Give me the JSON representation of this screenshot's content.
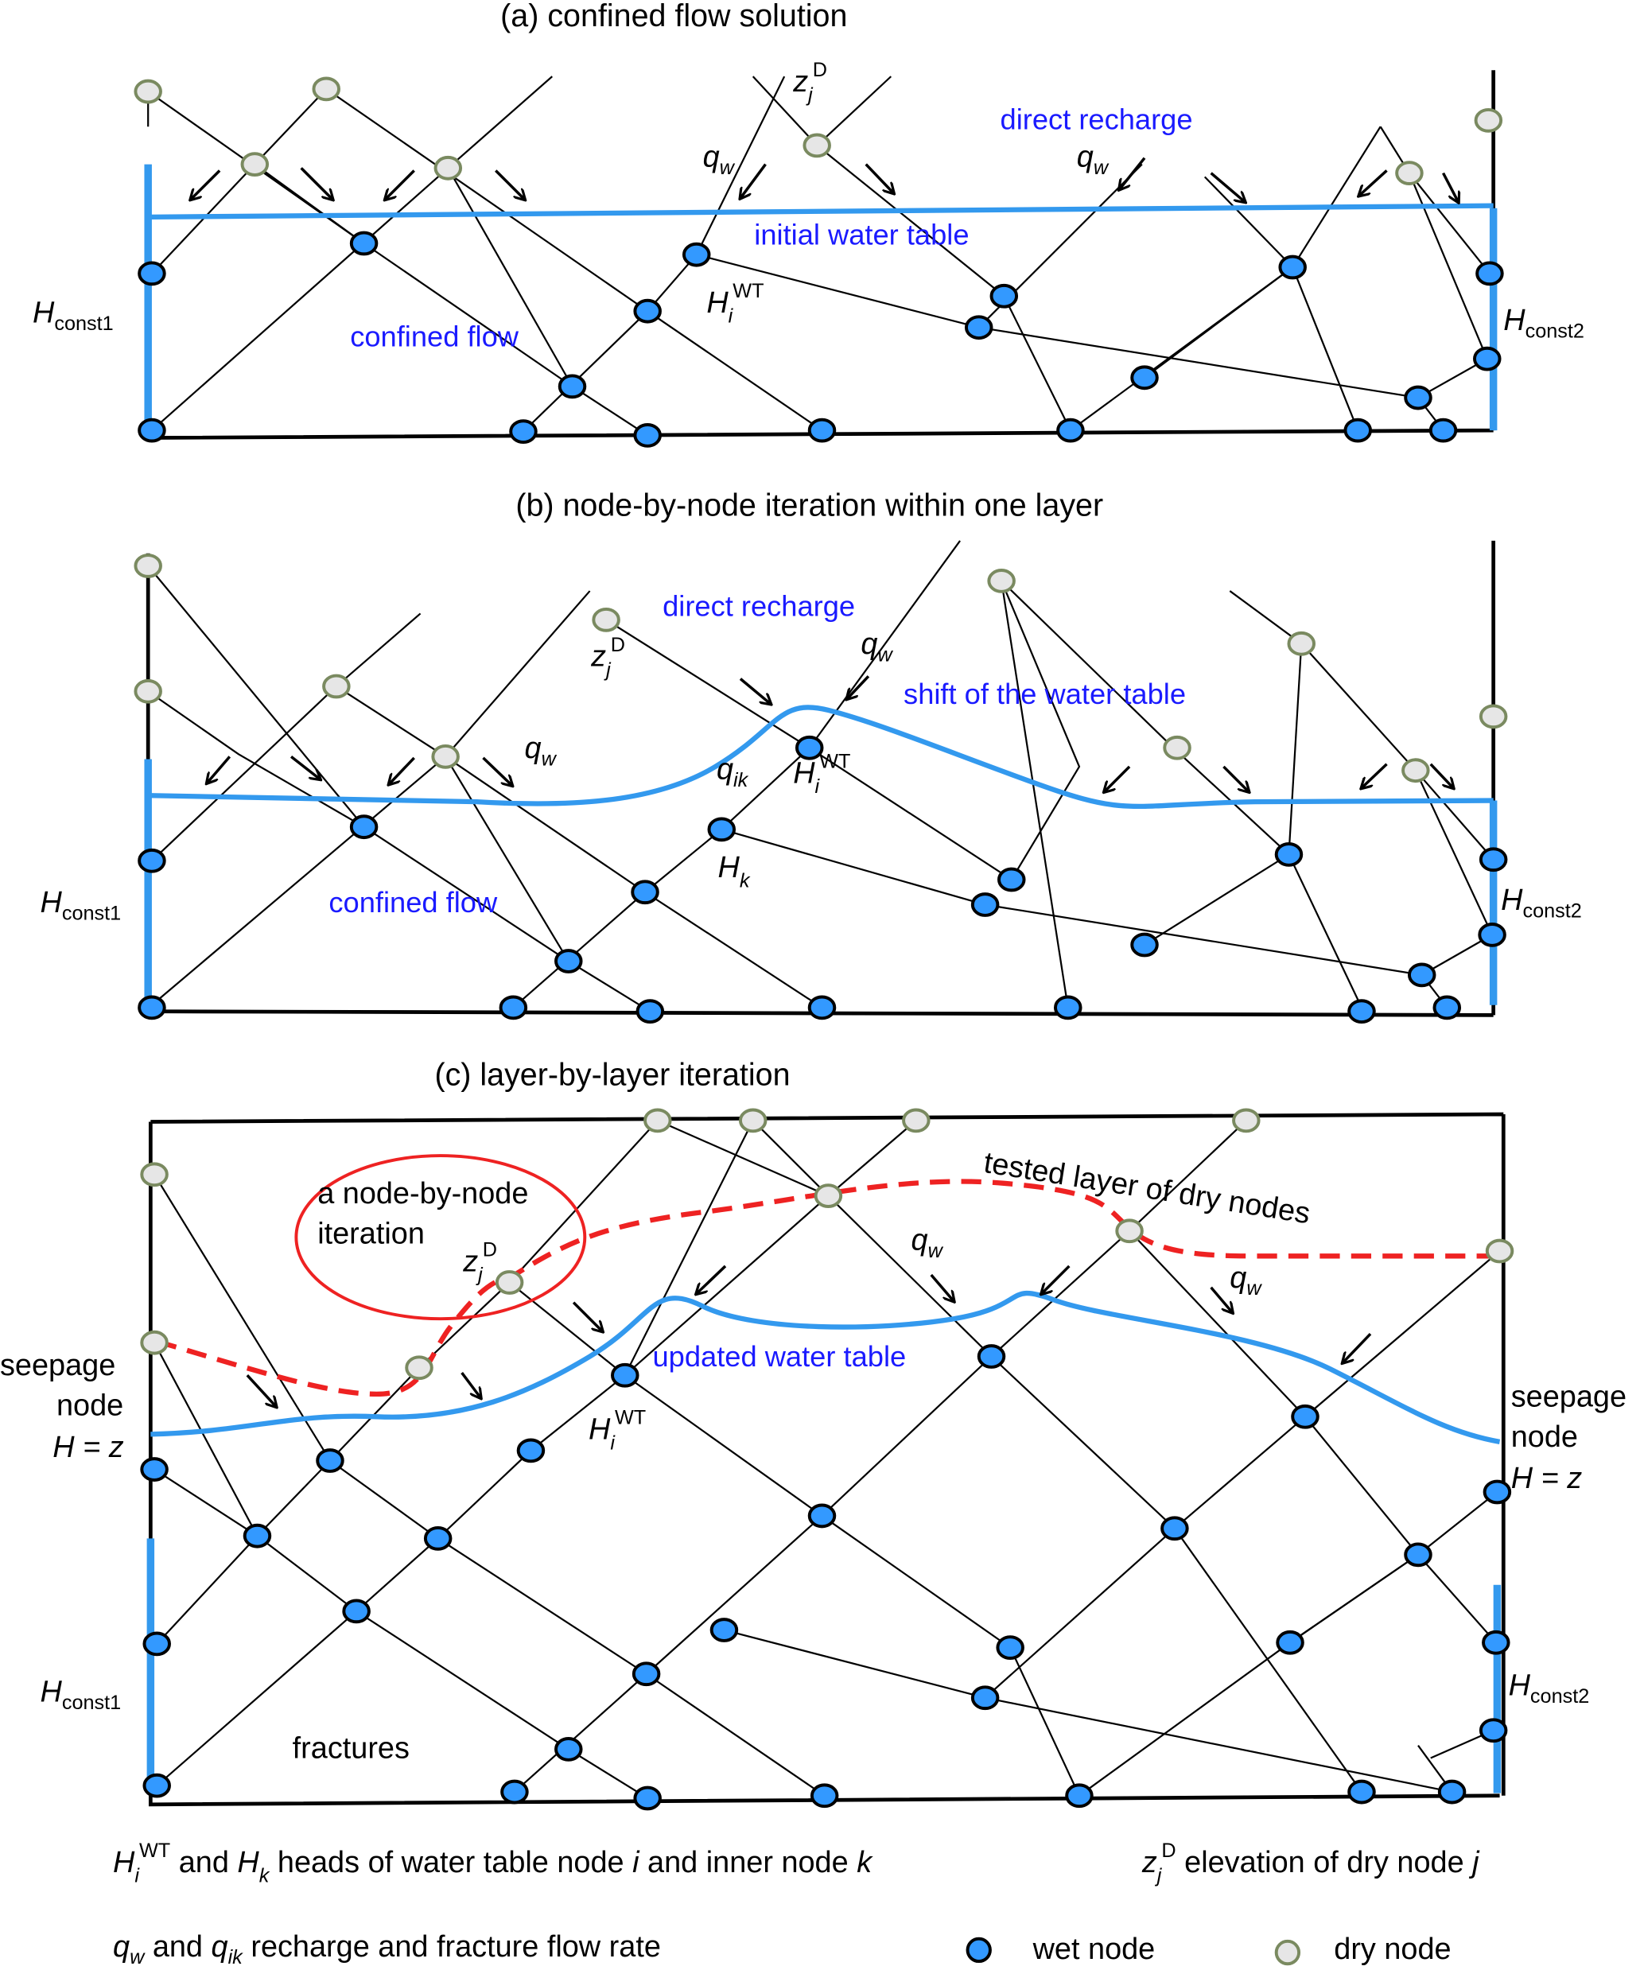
{
  "panels": {
    "a": {
      "title": "(a) confined flow solution",
      "direct_recharge": "direct recharge",
      "initial_water_table": "initial water table",
      "confined_flow": "confined flow",
      "qw": {
        "q": "q",
        "sub": "w"
      },
      "zjD": {
        "z": "z",
        "j": "j",
        "D": "D"
      },
      "HiWT": {
        "H": "H",
        "i": "i",
        "WT": "WT"
      },
      "Hconst1": {
        "H": "H",
        "sub": "const1"
      },
      "Hconst2": {
        "H": "H",
        "sub": "const2"
      }
    },
    "b": {
      "title": "(b) node-by-node iteration within one layer",
      "direct_recharge": "direct recharge",
      "shift_water_table": "shift of the water table",
      "confined_flow": "confined flow",
      "qw": {
        "q": "q",
        "sub": "w"
      },
      "qik": {
        "q": "q",
        "sub": "ik"
      },
      "zjD": {
        "z": "z",
        "j": "j",
        "D": "D"
      },
      "HiWT": {
        "H": "H",
        "i": "i",
        "WT": "WT"
      },
      "Hk": {
        "H": "H",
        "k": "k"
      },
      "Hconst1": {
        "H": "H",
        "sub": "const1"
      },
      "Hconst2": {
        "H": "H",
        "sub": "const2"
      }
    },
    "c": {
      "title": "(c) layer-by-layer iteration",
      "ellipse_line1": "a node-by-node",
      "ellipse_line2": "iteration",
      "tested_layer": "tested layer of dry nodes",
      "updated_water_table": "updated water table",
      "fractures": "fractures",
      "seepage_left": [
        "seepage",
        "node",
        "H = z"
      ],
      "seepage_right": [
        "seepage",
        "node",
        "H = z"
      ],
      "qw": {
        "q": "q",
        "sub": "w"
      },
      "zjD": {
        "z": "z",
        "j": "j",
        "D": "D"
      },
      "HiWT": {
        "H": "H",
        "i": "i",
        "WT": "WT"
      },
      "Hconst1": {
        "H": "H",
        "sub": "const1"
      },
      "Hconst2": {
        "H": "H",
        "sub": "const2"
      }
    }
  },
  "legend": {
    "heads": {
      "H": "H",
      "i": "i",
      "WT": "WT",
      "and": " and ",
      "Hk": "H",
      "k": "k",
      "text1": " heads of water table node ",
      "i2": "i",
      "text2": " and inner node ",
      "k2": "k"
    },
    "elevation": {
      "z": "z",
      "j": "j",
      "D": "D",
      "text": " elevation of dry node ",
      "j2": "j"
    },
    "rates": {
      "q": "q",
      "w": "w",
      "and": " and ",
      "q2": "q",
      "ik": "ik",
      "text": "  recharge and fracture flow rate"
    },
    "wet_node": "wet node",
    "dry_node": "dry node"
  },
  "colors": {
    "wet_fill": "#3399ff",
    "dry_fill": "#e6e6e6",
    "water_table": "#3399ee",
    "blue_text": "#1a1aff",
    "tested_layer": "#ee2222"
  }
}
